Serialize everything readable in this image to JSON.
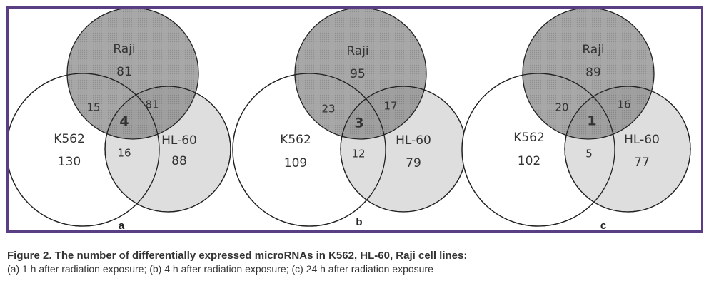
{
  "colors": {
    "frame": "#5a3e84",
    "raji_fill": "#8f8f8f",
    "hl60_fill": "#dcdcdc",
    "k562_fill": "#ffffff",
    "outline": "#222222"
  },
  "panels": [
    {
      "letter": "a",
      "labels": {
        "raji": "Raji",
        "k562": "K562",
        "hl60": "HL-60"
      },
      "counts": {
        "raji_only": "81",
        "k562_only": "130",
        "hl60_only": "88",
        "raji_k562": "15",
        "raji_hl60": "81",
        "k562_hl60": "16",
        "all": "4"
      }
    },
    {
      "letter": "b",
      "labels": {
        "raji": "Raji",
        "k562": "K562",
        "hl60": "HL-60"
      },
      "counts": {
        "raji_only": "95",
        "k562_only": "109",
        "hl60_only": "79",
        "raji_k562": "23",
        "raji_hl60": "17",
        "k562_hl60": "12",
        "all": "3"
      }
    },
    {
      "letter": "c",
      "labels": {
        "raji": "Raji",
        "k562": "K562",
        "hl60": "HL-60"
      },
      "counts": {
        "raji_only": "89",
        "k562_only": "102",
        "hl60_only": "77",
        "raji_k562": "20",
        "raji_hl60": "16",
        "k562_hl60": "5",
        "all": "1"
      }
    }
  ],
  "caption": {
    "title": "Figure 2. The number of differentially expressed microRNAs in K562, HL-60, Raji cell lines:",
    "text": "(a) 1 h after radiation exposure; (b) 4 h after radiation exposure; (c) 24 h after radiation exposure"
  }
}
